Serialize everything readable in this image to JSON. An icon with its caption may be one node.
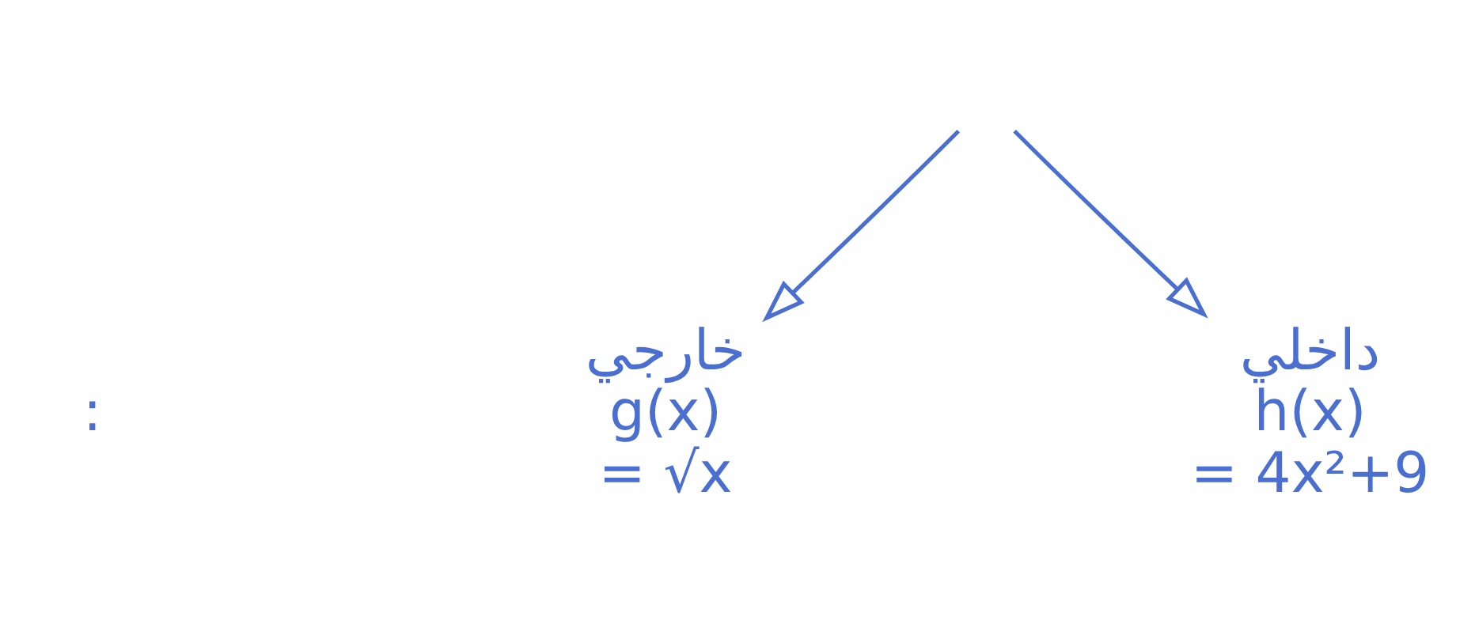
{
  "diagram": {
    "nodes": [
      {
        "text": [
          "خارجي",
          "g(x)",
          "= √x"
        ]
      },
      {
        "text": [
          "داخلي",
          "h(x)",
          "= 4x²+9"
        ]
      }
    ],
    "edges": [
      {
        "from": null,
        "to": 0,
        "arrow": "to"
      },
      {
        "from": null,
        "to": 1,
        "arrow": "to"
      }
    ],
    "labels": [
      ":"
    ]
  }
}
